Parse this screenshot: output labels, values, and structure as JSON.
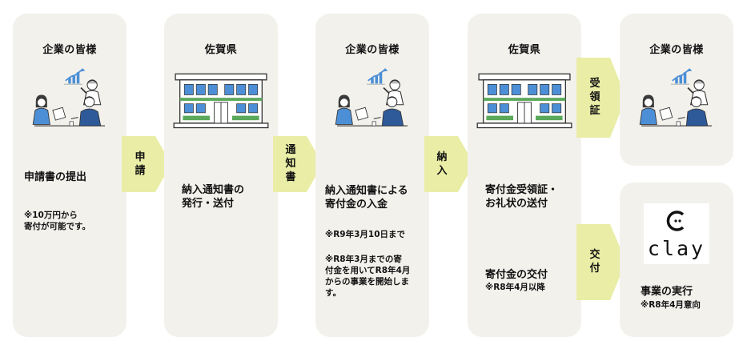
{
  "colors": {
    "card_bg": "#f3f1ec",
    "arrow_fill": "#e9eda6",
    "text": "#111111"
  },
  "columns": [
    {
      "header": "企業の皆様",
      "illustration": "business-meeting-illustration",
      "main_text": "申請書の提出",
      "note": "※10万円から\n寄付が可能です。"
    },
    {
      "header": "佐賀県",
      "illustration": "government-building-illustration",
      "main_text": "納入通知書の\n発行・送付"
    },
    {
      "header": "企業の皆様",
      "illustration": "business-meeting-illustration",
      "main_text": "納入通知書による\n寄付金の入金",
      "note1": "※R9年3月10日まで",
      "note2": "※R8年3月までの寄\n付金を用いてR8年4月\nからの事業を開始しま\nす。"
    },
    {
      "header": "佐賀県",
      "illustration": "government-building-illustration",
      "main_text": "寄付金受領証・\nお礼状の送付",
      "sub_text": "寄付金の交付",
      "sub_note": "※R8年4月以降"
    }
  ],
  "top_right": {
    "header": "企業の皆様",
    "illustration": "business-meeting-illustration"
  },
  "bottom_right": {
    "logo_text": "clay",
    "main_text": "事業の実行",
    "note": "※R8年4月意向"
  },
  "arrows": [
    {
      "label": "申\n請"
    },
    {
      "label": "通\n知\n書"
    },
    {
      "label": "納\n入"
    },
    {
      "label": "受\n領\n証"
    },
    {
      "label": "交\n付"
    }
  ]
}
